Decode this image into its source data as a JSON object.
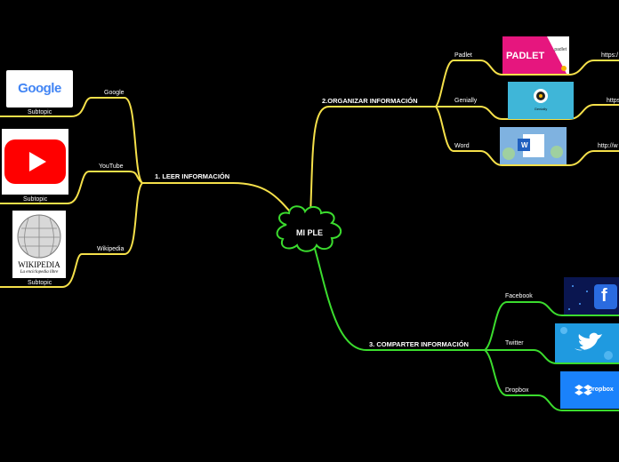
{
  "center": {
    "label": "MI PLE"
  },
  "branches": {
    "leer": {
      "label": "1. LEER INFORMACIÓN",
      "children": [
        {
          "label": "Google",
          "subtopic": "Subtopic",
          "logo_text": "Google"
        },
        {
          "label": "YouTube",
          "subtopic": "Subtopic"
        },
        {
          "label": "Wikipedia",
          "subtopic": "Subtopic",
          "logo_text": "WIKIPEDIA",
          "logo_sub": "La enciclopedia libre"
        }
      ]
    },
    "organizar": {
      "label": "2.ORGANIZAR INFORMACIÓN",
      "children": [
        {
          "label": "Padlet",
          "link": "https:/",
          "logo_text": "PADLET",
          "logo_small": "padlet"
        },
        {
          "label": "Genially",
          "link": "https",
          "logo_small": "Genially"
        },
        {
          "label": "Word",
          "link": "http://w",
          "logo_text": "W"
        }
      ]
    },
    "compartir": {
      "label": "3. COMPARTER INFORMACIÓN",
      "children": [
        {
          "label": "Facebook",
          "logo_text": "f"
        },
        {
          "label": "Twitter"
        },
        {
          "label": "Dropbox",
          "logo_text": "Dropbox"
        }
      ]
    }
  },
  "colors": {
    "yellow_branch": "#f5e04a",
    "green_branch": "#3bdc2e",
    "background": "#000000"
  }
}
